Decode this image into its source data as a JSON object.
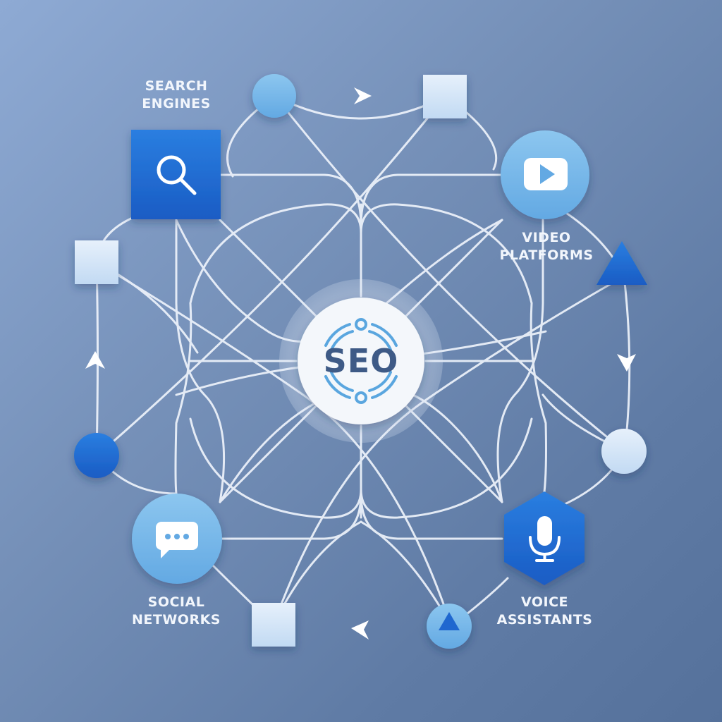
{
  "center": {
    "label": "SEO",
    "colors": {
      "text": "#3e5a86",
      "accent": "#5aa6df",
      "disk": "#f4f7fb",
      "halo": "rgba(230,238,250,0.35)"
    }
  },
  "hubs": [
    {
      "id": "search-engines",
      "line1": "SEARCH",
      "line2": "ENGINES",
      "icon": "magnifier-icon",
      "shape": "square",
      "color": "#1e66d0"
    },
    {
      "id": "video-platforms",
      "line1": "VIDEO",
      "line2": "PLATFORMS",
      "icon": "play-button-icon",
      "shape": "circle",
      "color": "#76b7ea"
    },
    {
      "id": "social-networks",
      "line1": "SOCIAL",
      "line2": "NETWORKS",
      "icon": "chat-bubble-icon",
      "shape": "circle",
      "color": "#76b7ea"
    },
    {
      "id": "voice-assistants",
      "line1": "VOICE",
      "line2": "ASSISTANTS",
      "icon": "microphone-icon",
      "shape": "hexagon",
      "color": "#1e66d0"
    }
  ],
  "decorations": [
    {
      "shape": "circle",
      "color": "light-blue"
    },
    {
      "shape": "square",
      "color": "pale-blue"
    },
    {
      "shape": "square",
      "color": "pale-blue"
    },
    {
      "shape": "triangle",
      "color": "blue"
    },
    {
      "shape": "circle",
      "color": "blue"
    },
    {
      "shape": "circle",
      "color": "pale-blue"
    },
    {
      "shape": "square",
      "color": "pale-blue"
    },
    {
      "shape": "circle-with-triangle",
      "color": "light-blue"
    }
  ],
  "arrows": [
    {
      "direction": "right"
    },
    {
      "direction": "up"
    },
    {
      "direction": "down"
    },
    {
      "direction": "left"
    }
  ],
  "palette": {
    "background_top_left": "#8eaad4",
    "background_bottom_right": "#55719b",
    "connector": "#eef3fb",
    "strong_blue": "#1e66d0",
    "light_blue": "#76b7ea",
    "pale_blue": "#dceaf9"
  }
}
